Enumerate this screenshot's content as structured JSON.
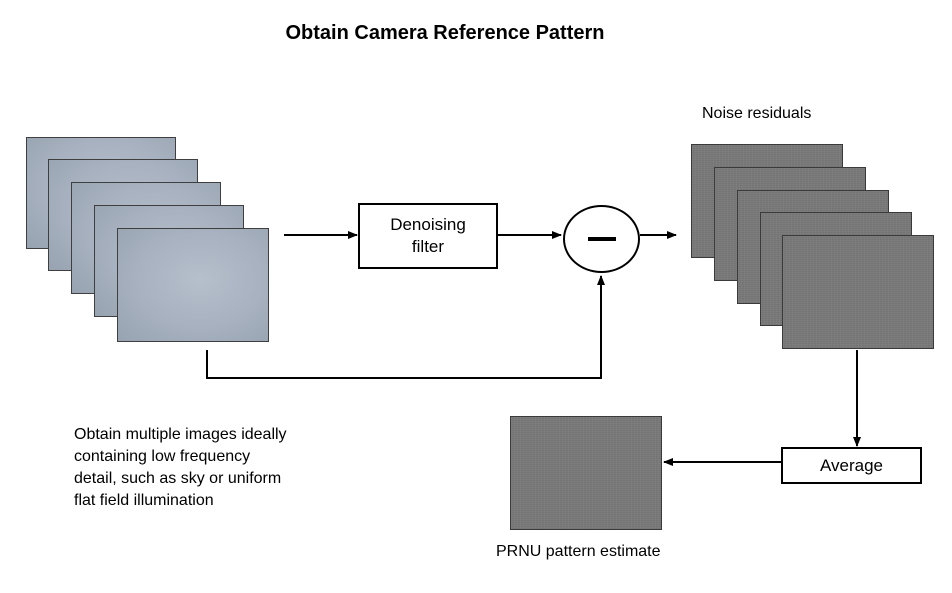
{
  "title": "Obtain Camera Reference Pattern",
  "nodes": {
    "denoise_line1": "Denoising",
    "denoise_line2": "filter",
    "subtract_symbol": "minus",
    "average": "Average"
  },
  "labels": {
    "noise_residuals": "Noise residuals",
    "prnu_estimate": "PRNU pattern estimate",
    "input_description": "Obtain multiple images ideally containing low frequency detail, such as sky or uniform flat field illumination"
  },
  "colors": {
    "photo_fill": "#a9b3c1",
    "noise_fill": "#7a7a7a",
    "line": "#000000"
  }
}
